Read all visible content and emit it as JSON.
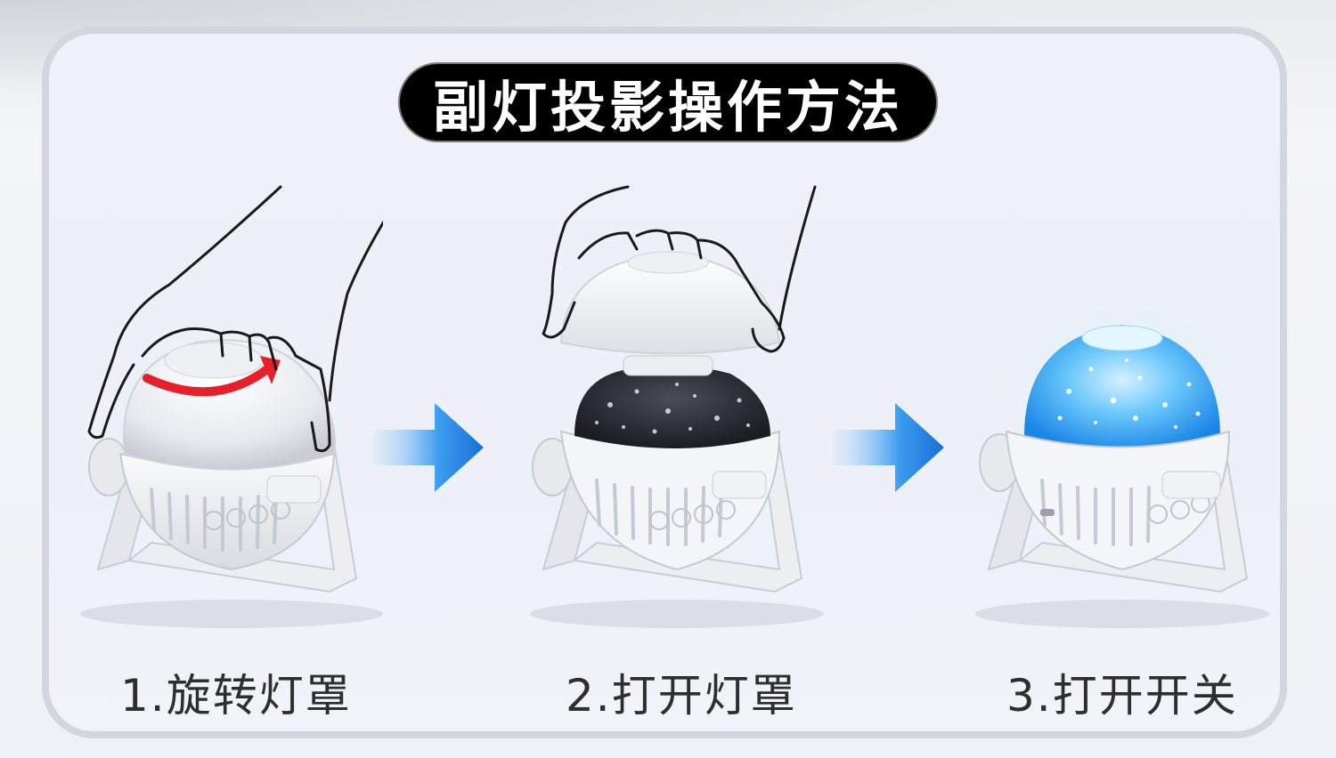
{
  "title": "副灯投影操作方法",
  "steps": [
    {
      "label": "1.旋转灯罩",
      "illustration": "rotate-lamp-shade-illustration"
    },
    {
      "label": "2.打开灯罩",
      "illustration": "open-lamp-shade-illustration"
    },
    {
      "label": "3.打开开关",
      "illustration": "turn-on-switch-illustration"
    }
  ],
  "icons": {
    "step_arrow": "right-arrow-icon",
    "rotation": "curved-rotation-arrow-icon"
  },
  "colors": {
    "title_bg": "#000000",
    "title_text": "#ffffff",
    "arrow_blue": "#1a86e6",
    "rotation_red": "#e6202a",
    "glow_blue": "#45b4f5"
  }
}
